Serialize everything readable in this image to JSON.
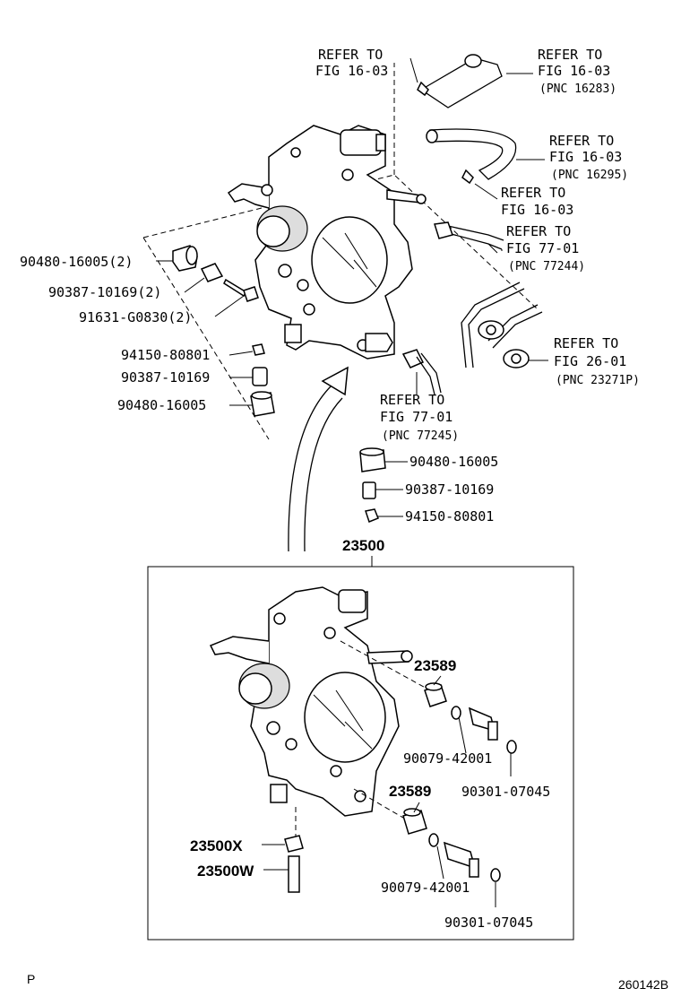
{
  "callouts": {
    "ref_a": [
      "REFER TO",
      "FIG 16-03"
    ],
    "ref_b": [
      "REFER TO",
      "FIG 16-03",
      "(PNC 16283)"
    ],
    "ref_c": [
      "REFER TO",
      "FIG 16-03",
      "(PNC 16295)"
    ],
    "ref_d": [
      "REFER TO",
      "FIG 16-03"
    ],
    "ref_e": [
      "REFER TO",
      "FIG 77-01",
      "(PNC 77244)"
    ],
    "ref_f": [
      "REFER TO",
      "FIG 26-01",
      "(PNC 23271P)"
    ],
    "ref_g": [
      "REFER TO",
      "FIG 77-01",
      "(PNC 77245)"
    ]
  },
  "parts": {
    "p1": "90480-16005(2)",
    "p2": "90387-10169(2)",
    "p3": "91631-G0830(2)",
    "p4": "94150-80801",
    "p5": "90387-10169",
    "p6": "90480-16005",
    "p7": "90480-16005",
    "p8": "90387-10169",
    "p9": "94150-80801",
    "assembly": "23500",
    "p10": "23589",
    "p11": "90079-42001",
    "p12": "90301-07045",
    "p13": "23589",
    "p14": "23500X",
    "p15": "23500W",
    "p16": "90079-42001",
    "p17": "90301-07045"
  },
  "footer": {
    "left": "P",
    "right": "260142B"
  }
}
